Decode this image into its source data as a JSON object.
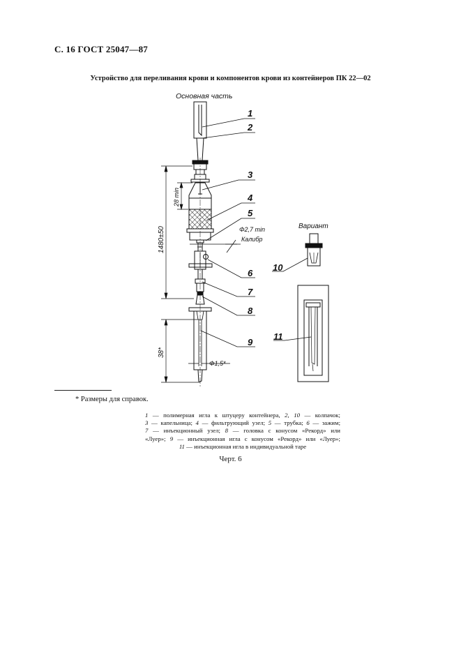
{
  "header": {
    "page_ref": "С. 16 ГОСТ 25047—87"
  },
  "title": "Устройство для переливания крови и компонентов крови из контейнеров ПК 22—02",
  "drawing": {
    "main_part_label": "Основная часть",
    "variant_label": "Вариант",
    "callouts": [
      "1",
      "2",
      "3",
      "4",
      "5",
      "6",
      "7",
      "8",
      "9",
      "10",
      "11"
    ],
    "dimensions": {
      "overall_length": "1480±50",
      "chamber_min": "28 min",
      "tube_diameter": "Φ2,7 min",
      "gauge": "Калибр",
      "needle_length": "38*",
      "needle_diameter": "Φ1,5*"
    }
  },
  "footnote": "* Размеры для справок.",
  "legend": {
    "l1": {
      "n1": "1",
      "t1": " — полимерная игла к штуцеру контейнера, ",
      "n2": "2, 10",
      "t2": " — колпачок;"
    },
    "l2": {
      "n1": "3",
      "t1": " — капельница; ",
      "n2": "4",
      "t2": " — фильтрующий узел; ",
      "n3": "5",
      "t3": " — трубка; ",
      "n4": "6",
      "t4": " — зажим;"
    },
    "l3": {
      "n1": "7",
      "t1": " — инъекционный узел; ",
      "n2": "8",
      "t2": " — головка с конусом «Рекорд» или"
    },
    "l4": {
      "t0": "«Луер»; ",
      "n1": "9",
      "t1": " — инъекционная игла с конусом «Рекорд» или «Луер»;"
    },
    "l5": {
      "n1": "11",
      "t1": " — инъекционная игла в индивидуальной таре"
    }
  },
  "caption": "Черт. 6"
}
